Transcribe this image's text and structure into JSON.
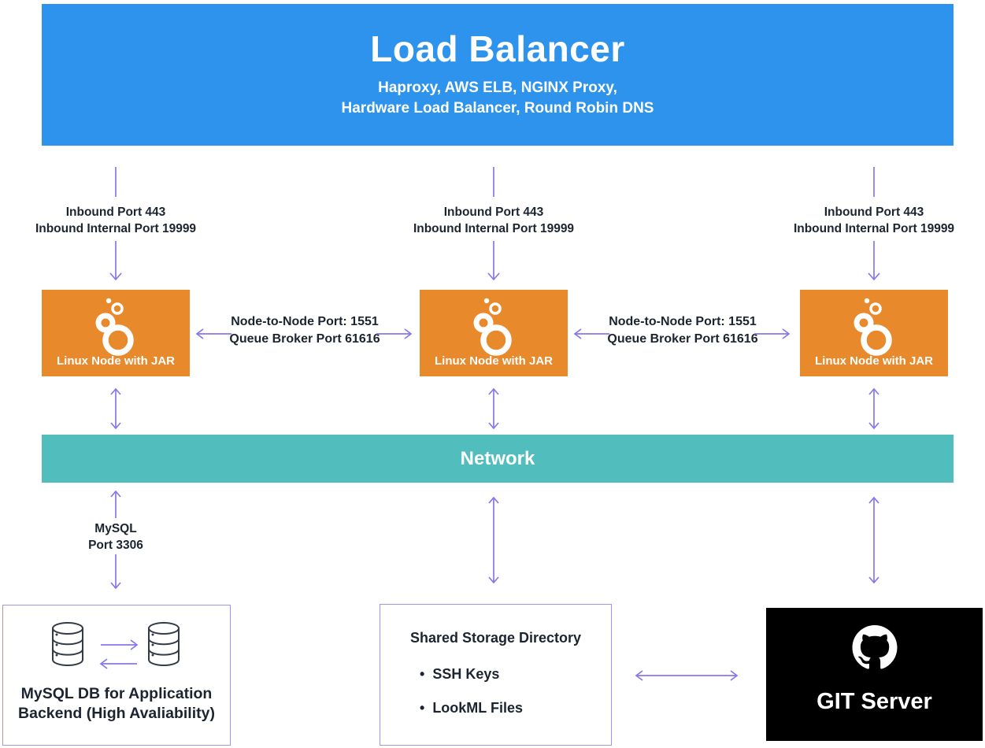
{
  "colors": {
    "load_balancer_blue": "#2d93ec",
    "node_orange": "#e8892b",
    "network_teal": "#52bdbd",
    "arrow_purple": "#8678ea",
    "box_border_purple": "#a094e4",
    "git_black": "#000000",
    "text_dark": "#1c2430",
    "text_white": "#ffffff"
  },
  "load_balancer": {
    "title": "Load Balancer",
    "subtitle_lines": [
      "Haproxy, AWS ELB, NGINX Proxy,",
      "Hardware Load Balancer, Round Robin DNS"
    ]
  },
  "inbound_label": {
    "line1": "Inbound Port 443",
    "line2": "Inbound Internal Port 19999"
  },
  "linux_node": {
    "label": "Linux Node with JAR",
    "icon": "looker-bubbles-icon"
  },
  "node_link": {
    "line1": "Node-to-Node Port: 1551",
    "line2": "Queue Broker Port 61616"
  },
  "network": {
    "label": "Network"
  },
  "mysql_link": {
    "line1": "MySQL",
    "line2": "Port 3306"
  },
  "mysql_db": {
    "line1": "MySQL DB for Application",
    "line2": "Backend (High Avaliability)",
    "icon": "database-cylinder-icon"
  },
  "shared_storage": {
    "title": "Shared Storage Directory",
    "items": [
      "SSH Keys",
      "LookML Files"
    ]
  },
  "git_server": {
    "label": "GIT Server",
    "icon": "github-octocat-icon"
  }
}
